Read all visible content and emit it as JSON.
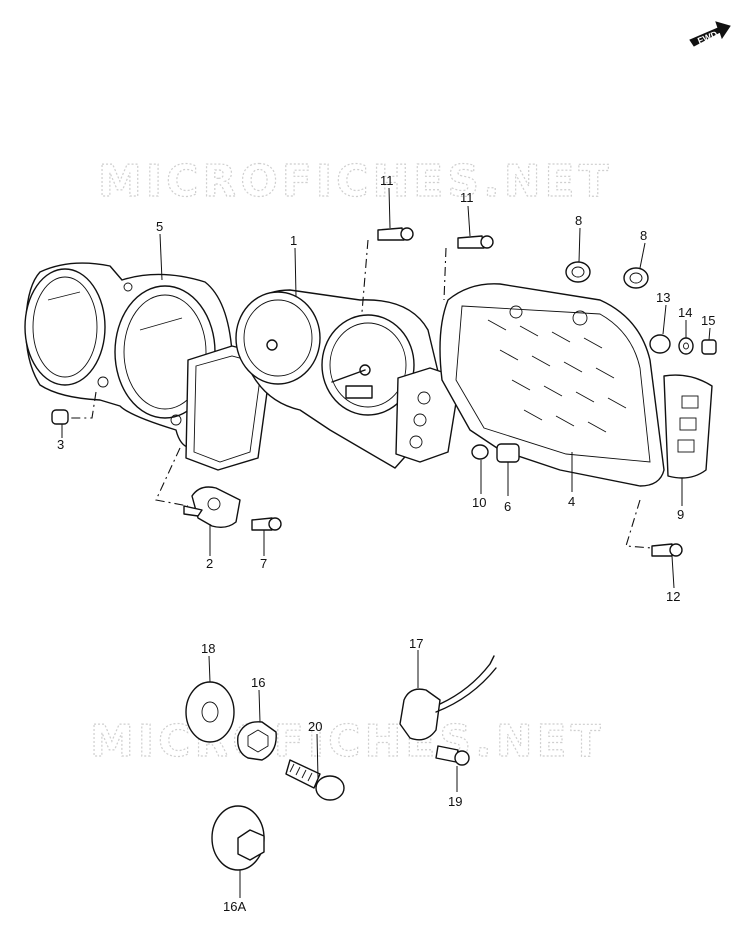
{
  "watermark": {
    "top": "MICROFICHES.NET",
    "bottom": "MICROFICHES.NET"
  },
  "fwd_badge": "FWD",
  "labels": {
    "p1": "1",
    "p2": "2",
    "p3": "3",
    "p4": "4",
    "p5": "5",
    "p6": "6",
    "p7": "7",
    "p8a": "8",
    "p8b": "8",
    "p9": "9",
    "p10": "10",
    "p11a": "11",
    "p11b": "11",
    "p12": "12",
    "p13": "13",
    "p14": "14",
    "p15": "15",
    "p16": "16",
    "p16a": "16A",
    "p17": "17",
    "p18": "18",
    "p19": "19",
    "p20": "20"
  }
}
